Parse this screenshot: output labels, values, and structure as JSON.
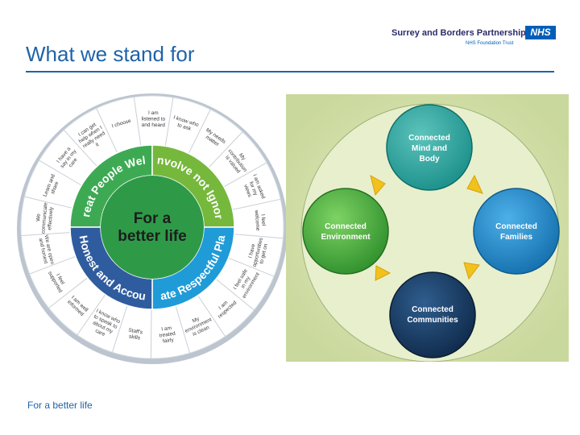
{
  "header": {
    "title": "What we stand for",
    "org_name": "Surrey and Borders Partnership",
    "nhs_badge": "NHS",
    "org_sub": "NHS Foundation Trust"
  },
  "footer": {
    "logo_text": "For a better life"
  },
  "wheel": {
    "center_line1": "For a",
    "center_line2": "better life",
    "quadrants": [
      {
        "label": "Treat People Well",
        "color": "#3daa53"
      },
      {
        "label": "Involve not Ignore",
        "color": "#76b83c"
      },
      {
        "label": "Create Respectful Places",
        "color": "#1f9bd8"
      },
      {
        "label": "Open, Honest and Accountable",
        "color": "#2f5c9e"
      }
    ],
    "segments": [
      "I am listened to and heard",
      "I know who to ask",
      "My needs matter",
      "My contribution is valued",
      "I am asked for my views",
      "I feel welcome",
      "I have opportunities to get on",
      "I feel safe in my environment",
      "I am respected",
      "My environment is clean",
      "I am treated fairly",
      "Staff's skills",
      "I know who to speak to about my care",
      "I am well informed",
      "I feel supported",
      "We are open and honest",
      "We communicate effectively",
      "Learn and share",
      "I have a say in my care",
      "I can get help when I really need it",
      "I choose"
    ]
  },
  "cycle": {
    "nodes": [
      {
        "line1": "Connected",
        "line2": "Mind and",
        "line3": "Body"
      },
      {
        "line1": "Connected",
        "line2": "Families"
      },
      {
        "line1": "Connected",
        "line2": "Communities"
      },
      {
        "line1": "Connected",
        "line2": "Environment"
      }
    ]
  }
}
